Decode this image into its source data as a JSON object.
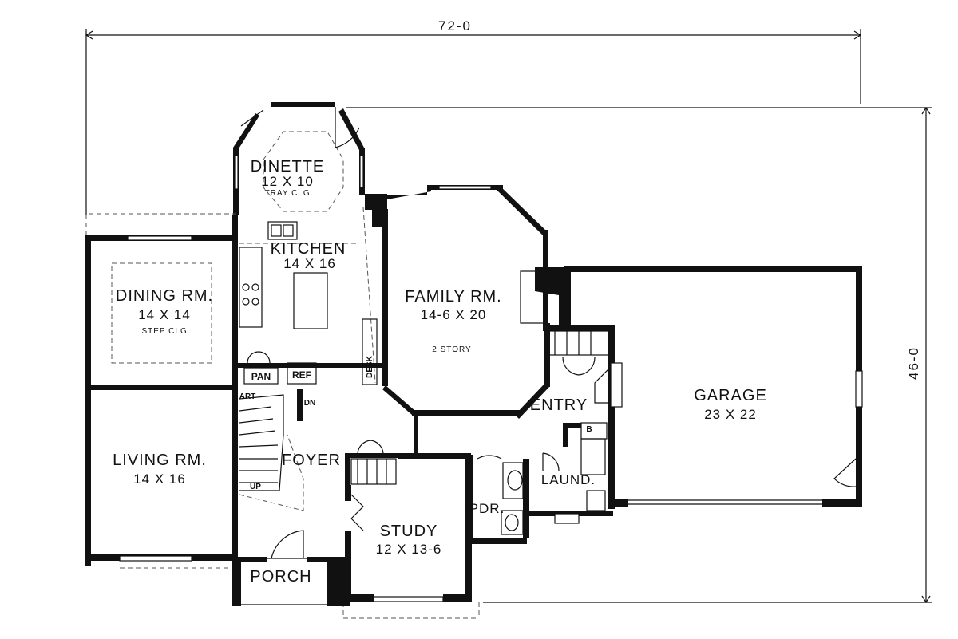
{
  "overall": {
    "width": "72-0",
    "depth": "46-0"
  },
  "rooms": {
    "dinette": {
      "name": "DINETTE",
      "size": "12 X 10",
      "note": "TRAY CLG."
    },
    "kitchen": {
      "name": "KITCHEN",
      "size": "14 X 16"
    },
    "dining": {
      "name": "DINING RM.",
      "size": "14 X 14",
      "note": "STEP CLG."
    },
    "family": {
      "name": "FAMILY RM.",
      "size": "14-6 X 20",
      "note": "2 STORY"
    },
    "garage": {
      "name": "GARAGE",
      "size": "23 X 22"
    },
    "living": {
      "name": "LIVING RM.",
      "size": "14 X 16"
    },
    "foyer": {
      "name": "FOYER"
    },
    "entry": {
      "name": "ENTRY"
    },
    "study": {
      "name": "STUDY",
      "size": "12 X 13-6"
    },
    "porch": {
      "name": "PORCH"
    },
    "powder": {
      "name": "PDR."
    },
    "laundry": {
      "name": "LAUND."
    }
  },
  "fixtures": {
    "pan": "PAN",
    "ref": "REF",
    "desk": "DESK",
    "art": "ART",
    "dn": "DN",
    "up": "UP",
    "bench": "B"
  }
}
